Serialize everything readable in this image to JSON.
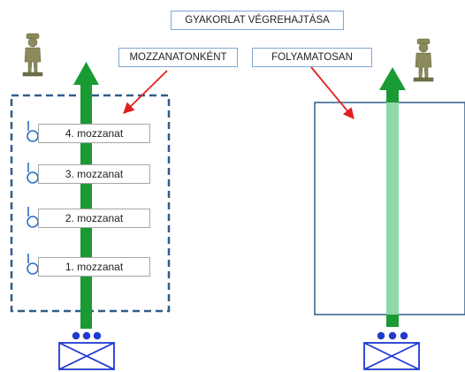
{
  "title": "GYAKORLAT VÉGREHAJTÁSA",
  "left_label": "MOZZANATONKÉNT",
  "right_label": "FOLYAMATOSAN",
  "steps": [
    "4. mozzanat",
    "3. mozzanat",
    "2. mozzanat",
    "1. mozzanat"
  ],
  "colors": {
    "arrow_dark": "#199a33",
    "arrow_light": "#8fd8a8",
    "border_blue": "#2f5d8a",
    "callout_red": "#e02020",
    "dot_blue": "#1f3bd0",
    "cross_blue": "#1f3bd0",
    "soldier": "#8a8a5a"
  }
}
